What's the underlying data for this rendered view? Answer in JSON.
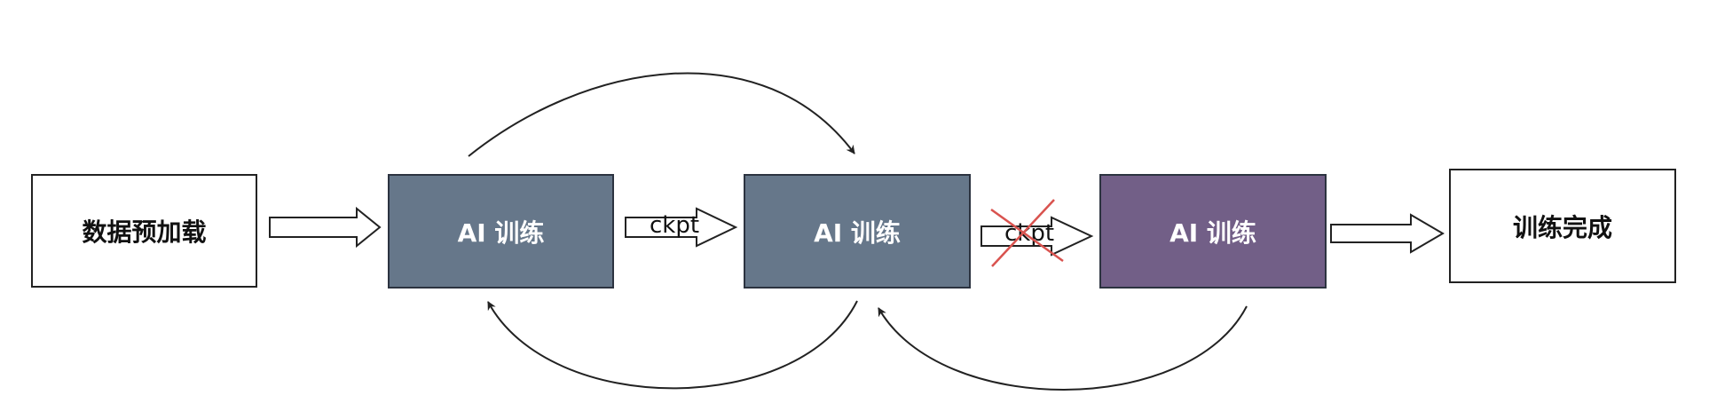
{
  "nodes": [
    {
      "id": "preload",
      "label": "数据预加载",
      "style": "plain"
    },
    {
      "id": "train1",
      "label": "AI 训练",
      "style": "train",
      "fill": "#66778a"
    },
    {
      "id": "train2",
      "label": "AI 训练",
      "style": "train",
      "fill": "#66778a"
    },
    {
      "id": "train3",
      "label": "AI 训练",
      "style": "train",
      "fill": "#725f87"
    },
    {
      "id": "done",
      "label": "训练完成",
      "style": "plain"
    }
  ],
  "edge_labels": {
    "ckpt1": "ckpt",
    "ckpt2": "ckpt"
  },
  "colors": {
    "strike": "#d9534f",
    "stroke": "#222222"
  }
}
